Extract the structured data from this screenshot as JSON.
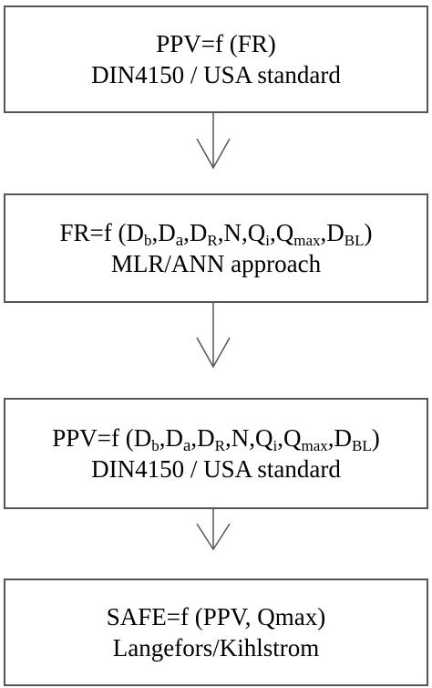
{
  "boxes": [
    {
      "line1": "PPV=f (FR)",
      "line2": "DIN4150 / USA standard"
    },
    {
      "line1_prefix": "FR=f (D",
      "line1_parts": [
        {
          "sub": "b",
          "text": ",D"
        },
        {
          "sub": "a",
          "text": ",D"
        },
        {
          "sub": "R",
          "text": ",N,Q"
        },
        {
          "sub": "i",
          "text": ",Q"
        },
        {
          "sub": "max",
          "text": ",D"
        },
        {
          "sub": "BL",
          "text": ")"
        }
      ],
      "line2": "MLR/ANN approach"
    },
    {
      "line1_prefix": "PPV=f (D",
      "line1_parts": [
        {
          "sub": "b",
          "text": ",D"
        },
        {
          "sub": "a",
          "text": ",D"
        },
        {
          "sub": "R",
          "text": ",N,Q"
        },
        {
          "sub": "i",
          "text": ",Q"
        },
        {
          "sub": "max",
          "text": ",D"
        },
        {
          "sub": "BL",
          "text": ")"
        }
      ],
      "line2": "DIN4150 / USA standard"
    },
    {
      "line1": "SAFE=f (PPV, Qmax)",
      "line2": "Langefors/Kihlstrom"
    }
  ],
  "colors": {
    "box_border": "#555555",
    "arrow": "#555555",
    "text": "#000000"
  },
  "icons": {
    "arrow": "open-chevron-down-arrow"
  }
}
